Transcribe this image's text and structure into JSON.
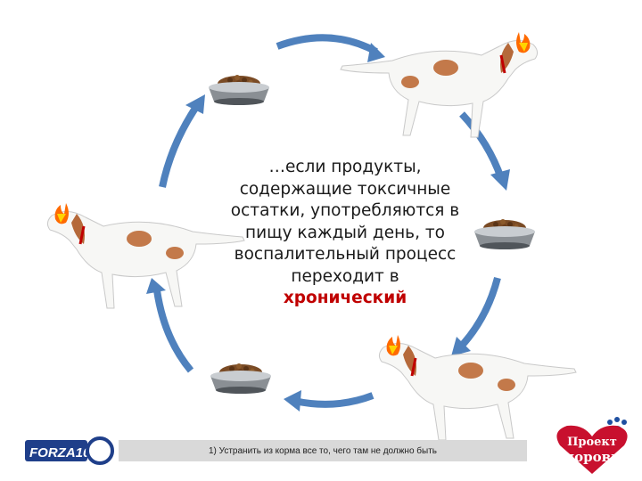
{
  "center_text": {
    "lines": [
      "…если продукты,",
      "содержащие токсичные",
      "остатки, употребляются в",
      "пищу каждый день, то",
      "воспалительный процесс",
      "переходит в"
    ],
    "accent": "хронический"
  },
  "footer": {
    "note": "1) Устранить из корма все то, чего там не должно быть"
  },
  "logos": {
    "left": "FORZA10",
    "right_top": "Проект",
    "right_bottom": "Здоровье"
  },
  "colors": {
    "arrow": "#4f81bd",
    "accent": "#c00000",
    "footer_bg": "#d9d9d9"
  }
}
